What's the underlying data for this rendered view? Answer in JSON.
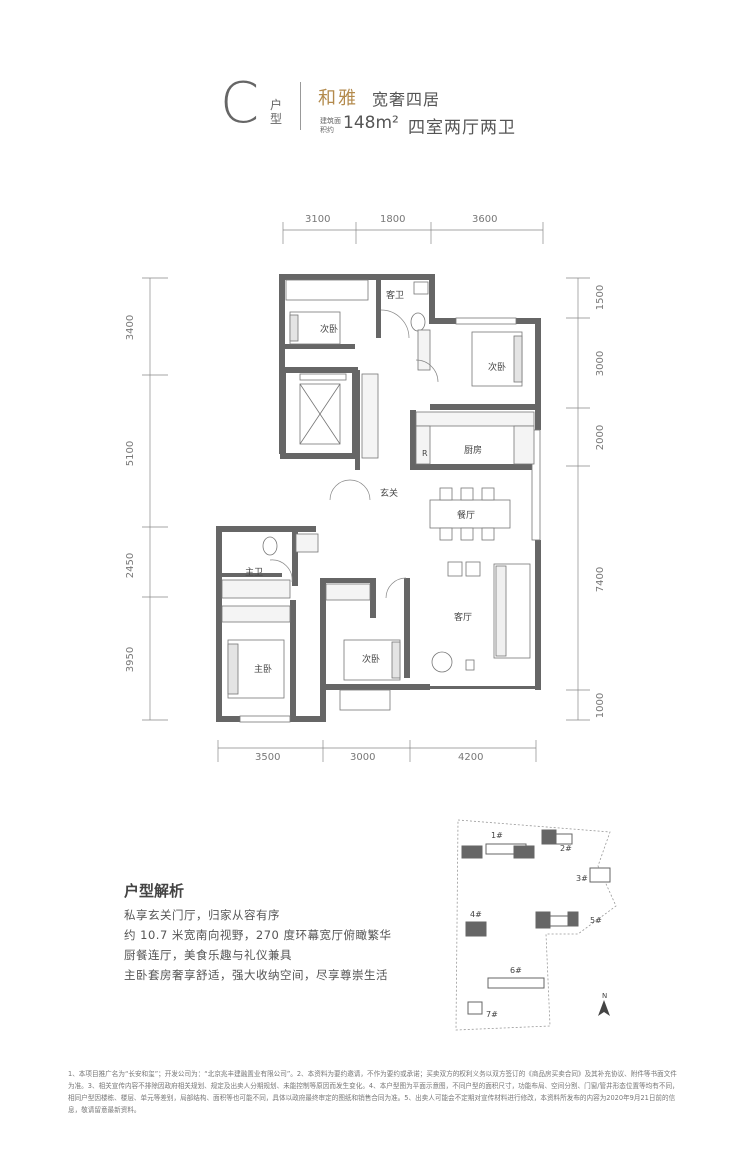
{
  "header": {
    "letter": "C",
    "huxing": "户型",
    "brand": "和雅",
    "type_desc": "宽奢四居",
    "area_label": "建筑面积约",
    "area": "148m²",
    "rooms": "四室两厅两卫"
  },
  "dimensions": {
    "top": [
      "3100",
      "1800",
      "3600"
    ],
    "bottom": [
      "3500",
      "3000",
      "4200"
    ],
    "left": [
      "3400",
      "5100",
      "2450",
      "3950"
    ],
    "right": [
      "1500",
      "3000",
      "2000",
      "7400",
      "1000"
    ]
  },
  "rooms": {
    "guest_bath": "客卫",
    "bedroom_nw": "次卧",
    "bedroom_ne": "次卧",
    "kitchen": "厨房",
    "fridge": "R",
    "foyer": "玄关",
    "dining": "餐厅",
    "master_bath": "主卫",
    "living": "客厅",
    "master_bedroom": "主卧",
    "bedroom_s": "次卧"
  },
  "site_map": {
    "buildings": [
      "1#",
      "2#",
      "3#",
      "4#",
      "5#",
      "6#",
      "7#"
    ],
    "north": "N"
  },
  "analysis": {
    "title": "户型解析",
    "items": [
      "私享玄关门厅，归家从容有序",
      "约 10.7 米宽南向视野，270 度环幕宽厅俯瞰繁华",
      "厨餐连厅，美食乐趣与礼仪兼具",
      "主卧套房奢享舒适，强大收纳空间，尽享尊崇生活"
    ]
  },
  "footnote": "1、本项目推广名为“长安和玺”；开发公司为：“北京兆丰建融置业有限公司”。2、本资料为要约邀请，不作为要约或承诺；买卖双方的权利义务以双方签订的《商品房买卖合同》及其补充协议、附件等书面文件为准。3、相关宣传内容不排除因政府相关规划、规定及出卖人分期规划、未能控制等原因而发生变化。4、本户型图为平面示意图，不同户型的面积尺寸，功能布局、空间分割、门窗/管井形态位置等均有不同，相同户型因楼栋、楼层、单元等差别，局部结构、面积等也可能不同，具体以政府最终审定的图纸和销售合同为准。5、出卖人可能会不定期对宣传材料进行修改，本资料所发布的内容为2020年9月21日前的信息，敬请留意最新资料。"
}
